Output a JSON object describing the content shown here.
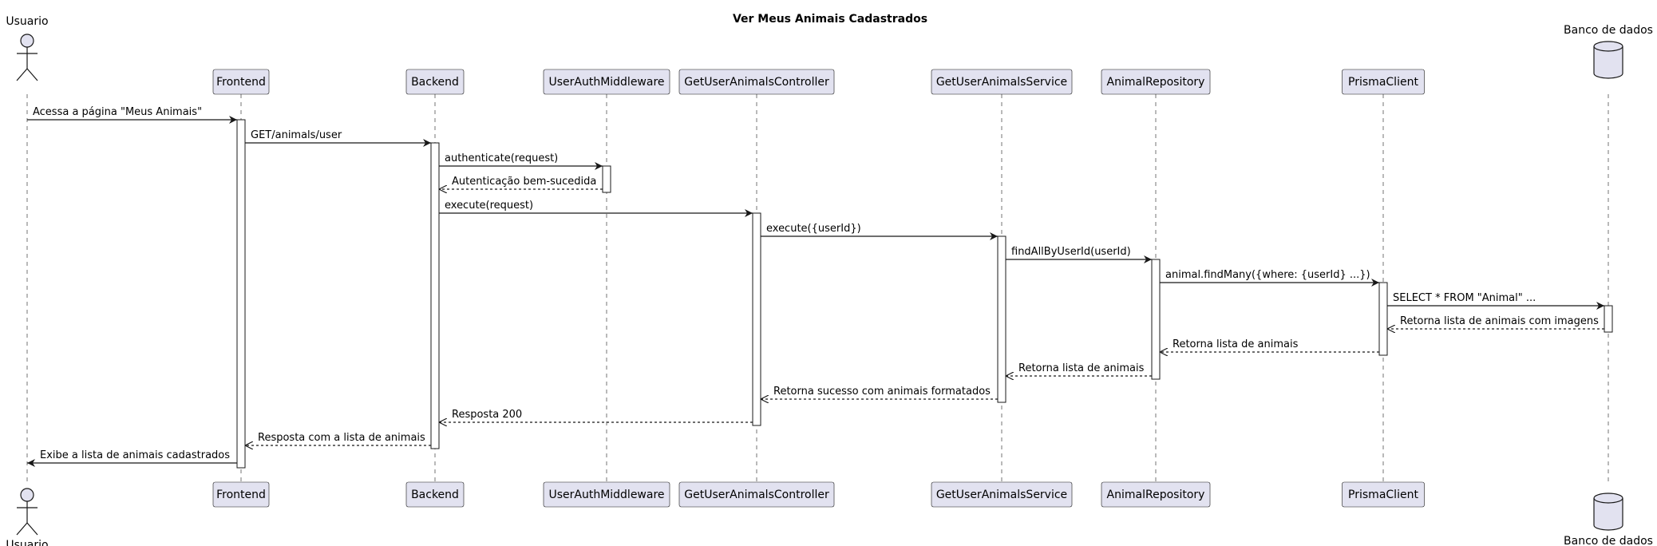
{
  "title": "Ver Meus Animais Cadastrados",
  "participants": [
    {
      "id": "usuario",
      "label": "Usuario",
      "kind": "actor"
    },
    {
      "id": "frontend",
      "label": "Frontend",
      "kind": "box"
    },
    {
      "id": "backend",
      "label": "Backend",
      "kind": "box"
    },
    {
      "id": "auth",
      "label": "UserAuthMiddleware",
      "kind": "box"
    },
    {
      "id": "controller",
      "label": "GetUserAnimalsController",
      "kind": "box"
    },
    {
      "id": "service",
      "label": "GetUserAnimalsService",
      "kind": "box"
    },
    {
      "id": "repo",
      "label": "AnimalRepository",
      "kind": "box"
    },
    {
      "id": "prisma",
      "label": "PrismaClient",
      "kind": "box"
    },
    {
      "id": "db",
      "label": "Banco de dados",
      "kind": "database"
    }
  ],
  "messages": [
    {
      "from": "usuario",
      "to": "frontend",
      "label": "Acessa a página \"Meus Animais\"",
      "type": "sync"
    },
    {
      "from": "frontend",
      "to": "backend",
      "label": "GET/animals/user",
      "type": "sync"
    },
    {
      "from": "backend",
      "to": "auth",
      "label": "authenticate(request)",
      "type": "sync"
    },
    {
      "from": "auth",
      "to": "backend",
      "label": "Autenticação bem-sucedida",
      "type": "return"
    },
    {
      "from": "backend",
      "to": "controller",
      "label": "execute(request)",
      "type": "sync"
    },
    {
      "from": "controller",
      "to": "service",
      "label": "execute({userId})",
      "type": "sync"
    },
    {
      "from": "service",
      "to": "repo",
      "label": "findAllByUserId(userId)",
      "type": "sync"
    },
    {
      "from": "repo",
      "to": "prisma",
      "label": "animal.findMany({where: {userId} ...})",
      "type": "sync"
    },
    {
      "from": "prisma",
      "to": "db",
      "label": "SELECT * FROM \"Animal\" ...",
      "type": "sync"
    },
    {
      "from": "db",
      "to": "prisma",
      "label": "Retorna lista de animais com imagens",
      "type": "return"
    },
    {
      "from": "prisma",
      "to": "repo",
      "label": "Retorna lista de animais",
      "type": "return"
    },
    {
      "from": "repo",
      "to": "service",
      "label": "Retorna lista de animais",
      "type": "return"
    },
    {
      "from": "service",
      "to": "controller",
      "label": "Retorna sucesso com animais formatados",
      "type": "return"
    },
    {
      "from": "controller",
      "to": "backend",
      "label": "Resposta 200",
      "type": "return"
    },
    {
      "from": "backend",
      "to": "frontend",
      "label": "Resposta com a lista de animais",
      "type": "return"
    },
    {
      "from": "frontend",
      "to": "usuario",
      "label": "Exibe a lista de animais cadastrados",
      "type": "sync"
    }
  ],
  "activations": [
    {
      "participant": "frontend",
      "from_message": 0,
      "to_message": 15
    },
    {
      "participant": "backend",
      "from_message": 1,
      "to_message": 14
    },
    {
      "participant": "auth",
      "from_message": 2,
      "to_message": 3
    },
    {
      "participant": "controller",
      "from_message": 4,
      "to_message": 13
    },
    {
      "participant": "service",
      "from_message": 5,
      "to_message": 12
    },
    {
      "participant": "repo",
      "from_message": 6,
      "to_message": 11
    },
    {
      "participant": "prisma",
      "from_message": 7,
      "to_message": 10
    },
    {
      "participant": "db",
      "from_message": 8,
      "to_message": 9
    }
  ],
  "colors": {
    "participant_fill": "#e2e2f0",
    "participant_stroke": "#181818",
    "lifeline": "#181818",
    "activation_fill": "#ffffff",
    "arrow": "#181818"
  }
}
